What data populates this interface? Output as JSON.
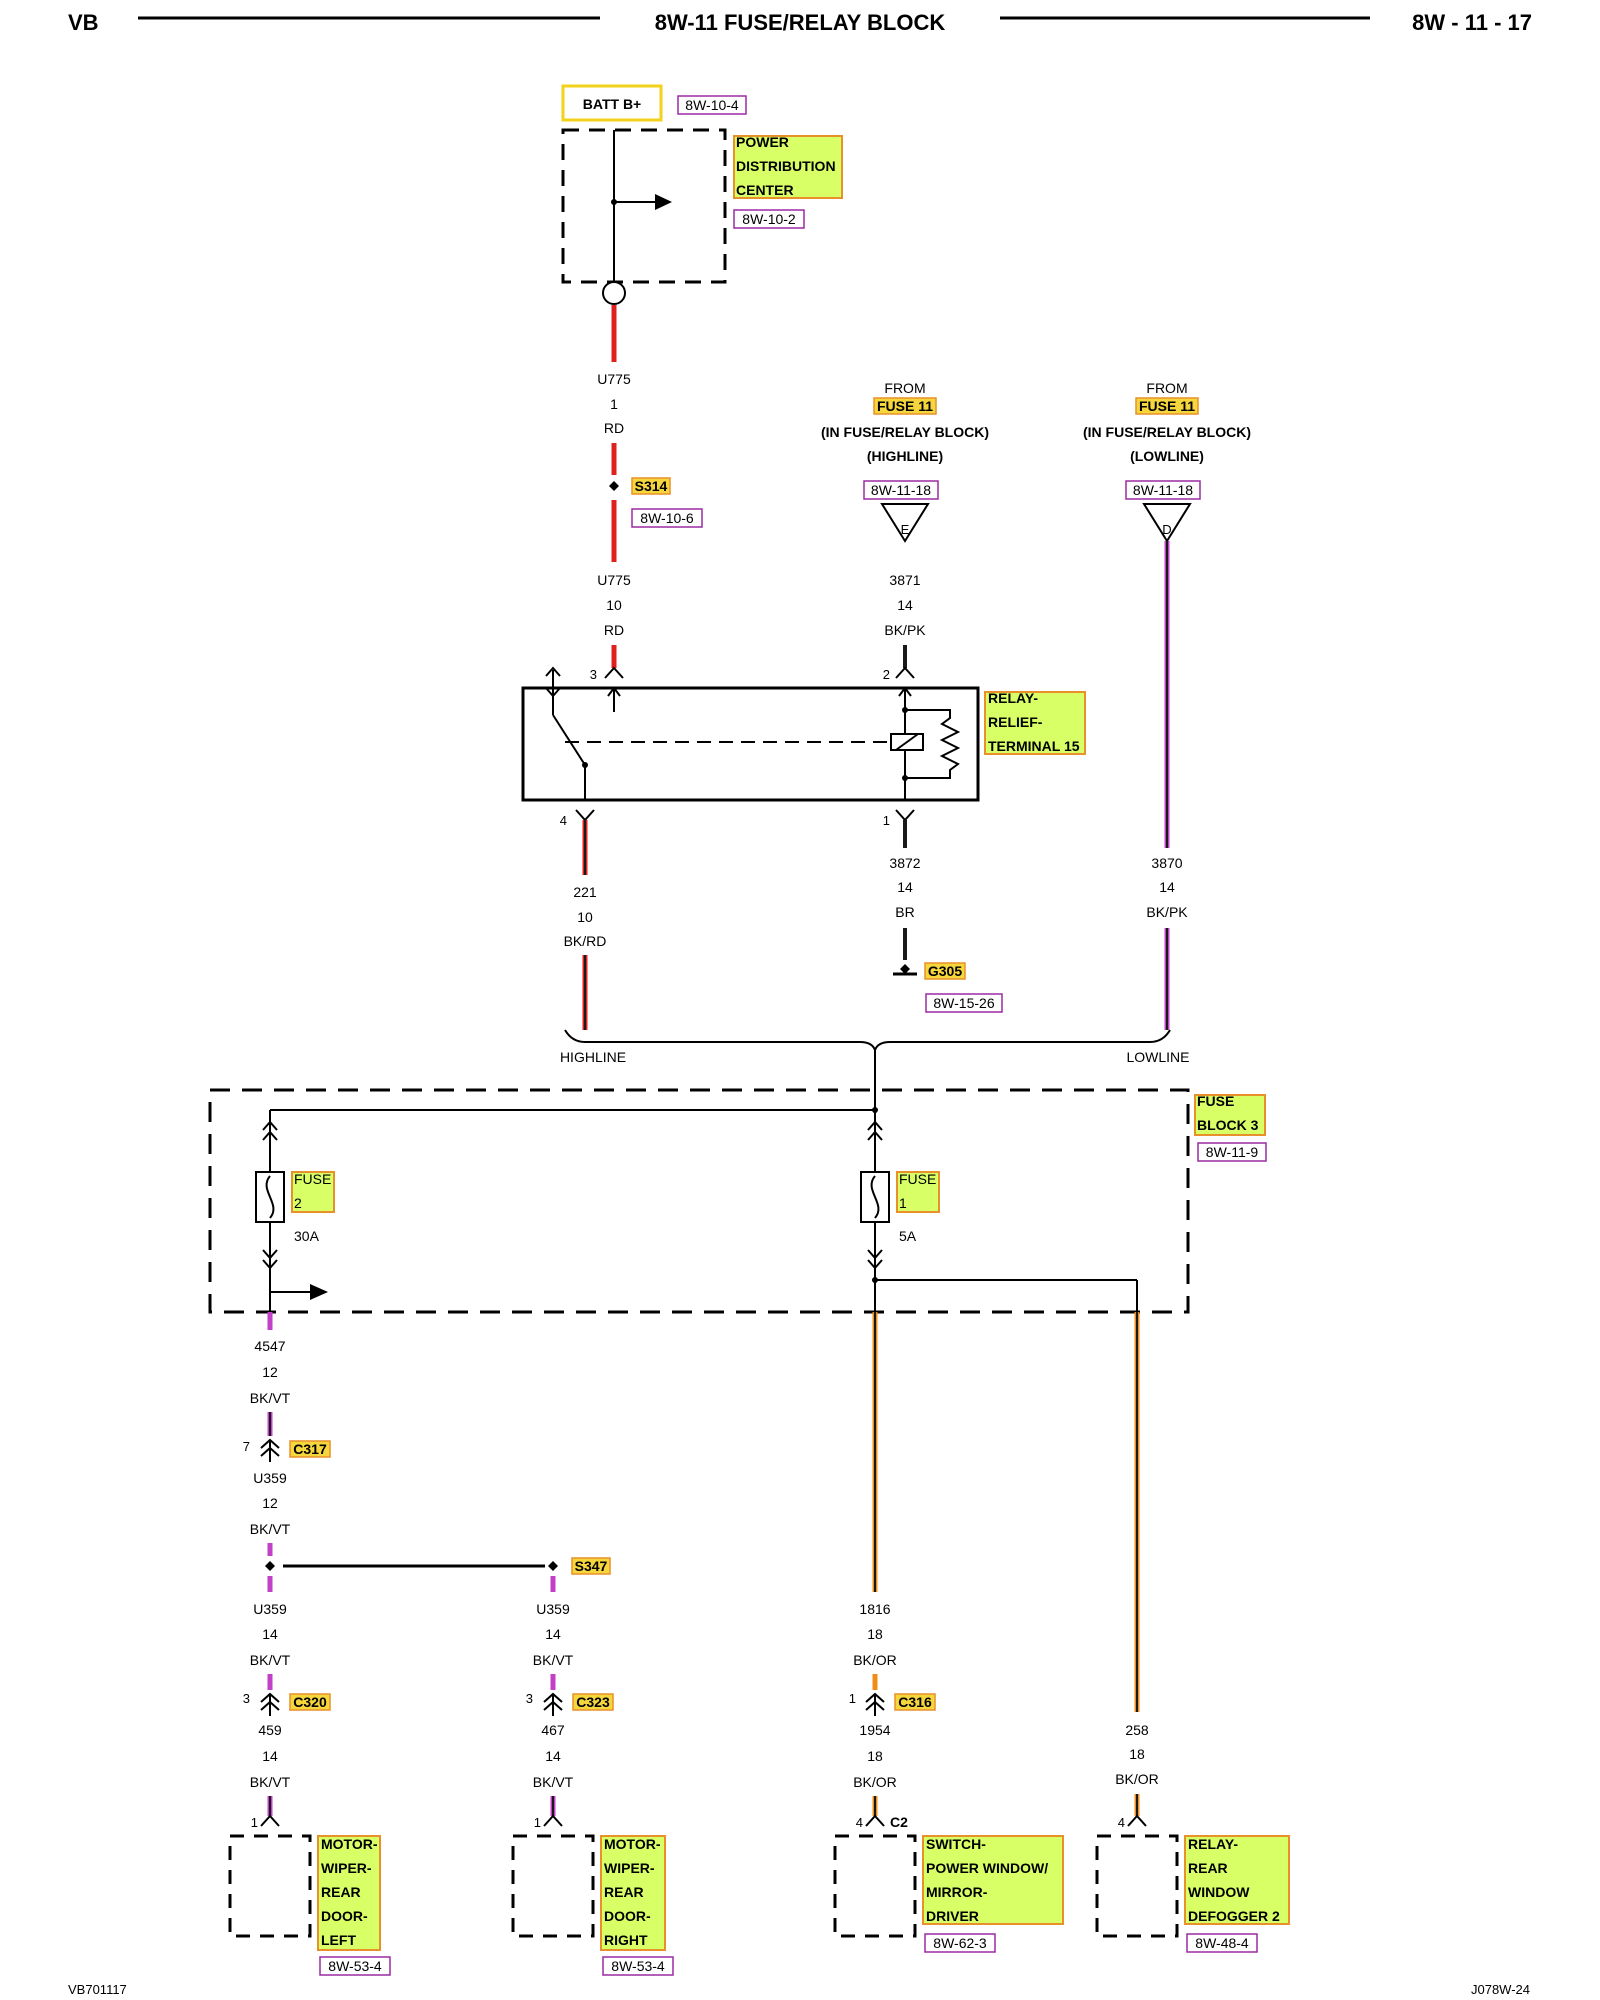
{
  "header": {
    "left": "VB",
    "title": "8W-11 FUSE/RELAY BLOCK",
    "page": "8W - 11 - 17"
  },
  "footer": {
    "left": "VB701117",
    "right": "J078W-24"
  },
  "colors": {
    "red": "#e0201e",
    "magenta": "#c23fc8",
    "orange": "#f08c1a",
    "dark": "#1a1a1a",
    "label_fill": "#d9ff66",
    "label_border": "#e8902a",
    "ref_border": "#9b2aa3",
    "batt_border": "#f2d21a"
  },
  "batt": {
    "label": "BATT B+",
    "ref": "8W-10-4"
  },
  "pdc": {
    "lines": [
      "POWER",
      "DISTRIBUTION",
      "CENTER"
    ],
    "ref": "8W-10-2"
  },
  "wires": {
    "u775_top": {
      "circuit": "U775",
      "gauge": "1",
      "color": "RD"
    },
    "u775_bot": {
      "circuit": "U775",
      "gauge": "10",
      "color": "RD"
    },
    "w3871": {
      "circuit": "3871",
      "gauge": "14",
      "color": "BK/PK"
    },
    "w221": {
      "circuit": "221",
      "gauge": "10",
      "color": "BK/RD"
    },
    "w3872": {
      "circuit": "3872",
      "gauge": "14",
      "color": "BR"
    },
    "w3870": {
      "circuit": "3870",
      "gauge": "14",
      "color": "BK/PK"
    },
    "w4547": {
      "circuit": "4547",
      "gauge": "12",
      "color": "BK/VT"
    },
    "u359_a": {
      "circuit": "U359",
      "gauge": "12",
      "color": "BK/VT"
    },
    "u359_b": {
      "circuit": "U359",
      "gauge": "14",
      "color": "BK/VT"
    },
    "u359_c": {
      "circuit": "U359",
      "gauge": "14",
      "color": "BK/VT"
    },
    "w1816": {
      "circuit": "1816",
      "gauge": "18",
      "color": "BK/OR"
    },
    "w459": {
      "circuit": "459",
      "gauge": "14",
      "color": "BK/VT"
    },
    "w467": {
      "circuit": "467",
      "gauge": "14",
      "color": "BK/VT"
    },
    "w1954": {
      "circuit": "1954",
      "gauge": "18",
      "color": "BK/OR"
    },
    "w258": {
      "circuit": "258",
      "gauge": "18",
      "color": "BK/OR"
    }
  },
  "s314": {
    "label": "S314",
    "ref": "8W-10-6"
  },
  "from_high": {
    "from": "FROM",
    "fuse": "FUSE 11",
    "loc": "(IN FUSE/RELAY BLOCK)",
    "mode": "(HIGHLINE)",
    "ref": "8W-11-18",
    "pin": "E"
  },
  "from_low": {
    "from": "FROM",
    "fuse": "FUSE 11",
    "loc": "(IN FUSE/RELAY BLOCK)",
    "mode": "(LOWLINE)",
    "ref": "8W-11-18",
    "pin": "D"
  },
  "relay": {
    "lines": [
      "RELAY-",
      "RELIEF-",
      "TERMINAL 15"
    ],
    "pin3": "3",
    "pin2": "2",
    "pin4": "4",
    "pin1": "1"
  },
  "g305": {
    "label": "G305",
    "ref": "8W-15-26"
  },
  "highline": "HIGHLINE",
  "lowline": "LOWLINE",
  "fuse_block": {
    "lines": [
      "FUSE",
      "BLOCK 3"
    ],
    "ref": "8W-11-9"
  },
  "fuse2": {
    "lines": [
      "FUSE",
      "2"
    ],
    "rating": "30A"
  },
  "fuse1": {
    "lines": [
      "FUSE",
      "1"
    ],
    "rating": "5A"
  },
  "c317": {
    "label": "C317",
    "pin": "7"
  },
  "s347": {
    "label": "S347"
  },
  "c320": {
    "label": "C320",
    "pin": "3"
  },
  "c323": {
    "label": "C323",
    "pin": "3"
  },
  "c316": {
    "label": "C316",
    "pin": "1"
  },
  "comp_left": {
    "lines": [
      "MOTOR-",
      "WIPER-",
      "REAR",
      "DOOR-",
      "LEFT"
    ],
    "ref": "8W-53-4",
    "pin": "1"
  },
  "comp_right": {
    "lines": [
      "MOTOR-",
      "WIPER-",
      "REAR",
      "DOOR-",
      "RIGHT"
    ],
    "ref": "8W-53-4",
    "pin": "1"
  },
  "comp_switch": {
    "lines": [
      "SWITCH-",
      "POWER WINDOW/",
      "MIRROR-",
      "DRIVER"
    ],
    "ref": "8W-62-3",
    "pin": "4",
    "conn": "C2"
  },
  "comp_defog": {
    "lines": [
      "RELAY-",
      "REAR",
      "WINDOW",
      "DEFOGGER 2"
    ],
    "ref": "8W-48-4",
    "pin": "4"
  }
}
